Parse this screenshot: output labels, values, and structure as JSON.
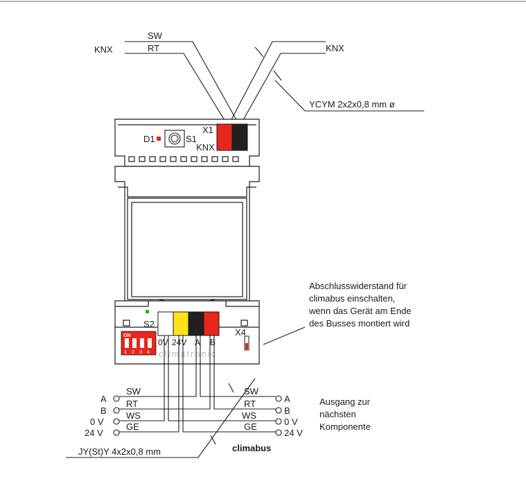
{
  "top_knx_left": "KNX",
  "top_knx_right": "KNX",
  "top_sw": "SW",
  "top_rt": "RT",
  "cable_top": "YCYM 2x2x0,8 mm ø",
  "device": {
    "d1": "D1",
    "s1": "S1",
    "x1": "X1",
    "x1_knx": "KNX",
    "s2": "S2",
    "x4": "X4",
    "dip_on": "ON",
    "dip_nums": [
      "1",
      "2",
      "3",
      "4"
    ],
    "terminal_labels": [
      "0V",
      "24V",
      "A",
      "B"
    ],
    "brand": "climatronic",
    "colors": {
      "knx_red": "#e8261c",
      "knx_black": "#231f20",
      "yellow": "#ffe21a",
      "dip_red": "#e8261c",
      "led_green": "#3aa63a"
    }
  },
  "note": {
    "lines": [
      "Abschlusswiderstand für",
      "climabus einschalten,",
      "wenn das Gerät am Ende",
      "des Busses montiert wird"
    ]
  },
  "left_bus": {
    "signals": [
      "A",
      "B",
      "0 V",
      "24 V"
    ],
    "wires": [
      "SW",
      "RT",
      "WS",
      "GE"
    ]
  },
  "right_bus": {
    "signals": [
      "A",
      "B",
      "0 V",
      "24 V"
    ],
    "wires": [
      "SW",
      "RT",
      "WS",
      "GE"
    ]
  },
  "output_note": [
    "Ausgang zur",
    "nächsten",
    "Komponente"
  ],
  "cable_bottom": "JY(St)Y 4x2x0,8 mm",
  "bus_name": "climabus"
}
